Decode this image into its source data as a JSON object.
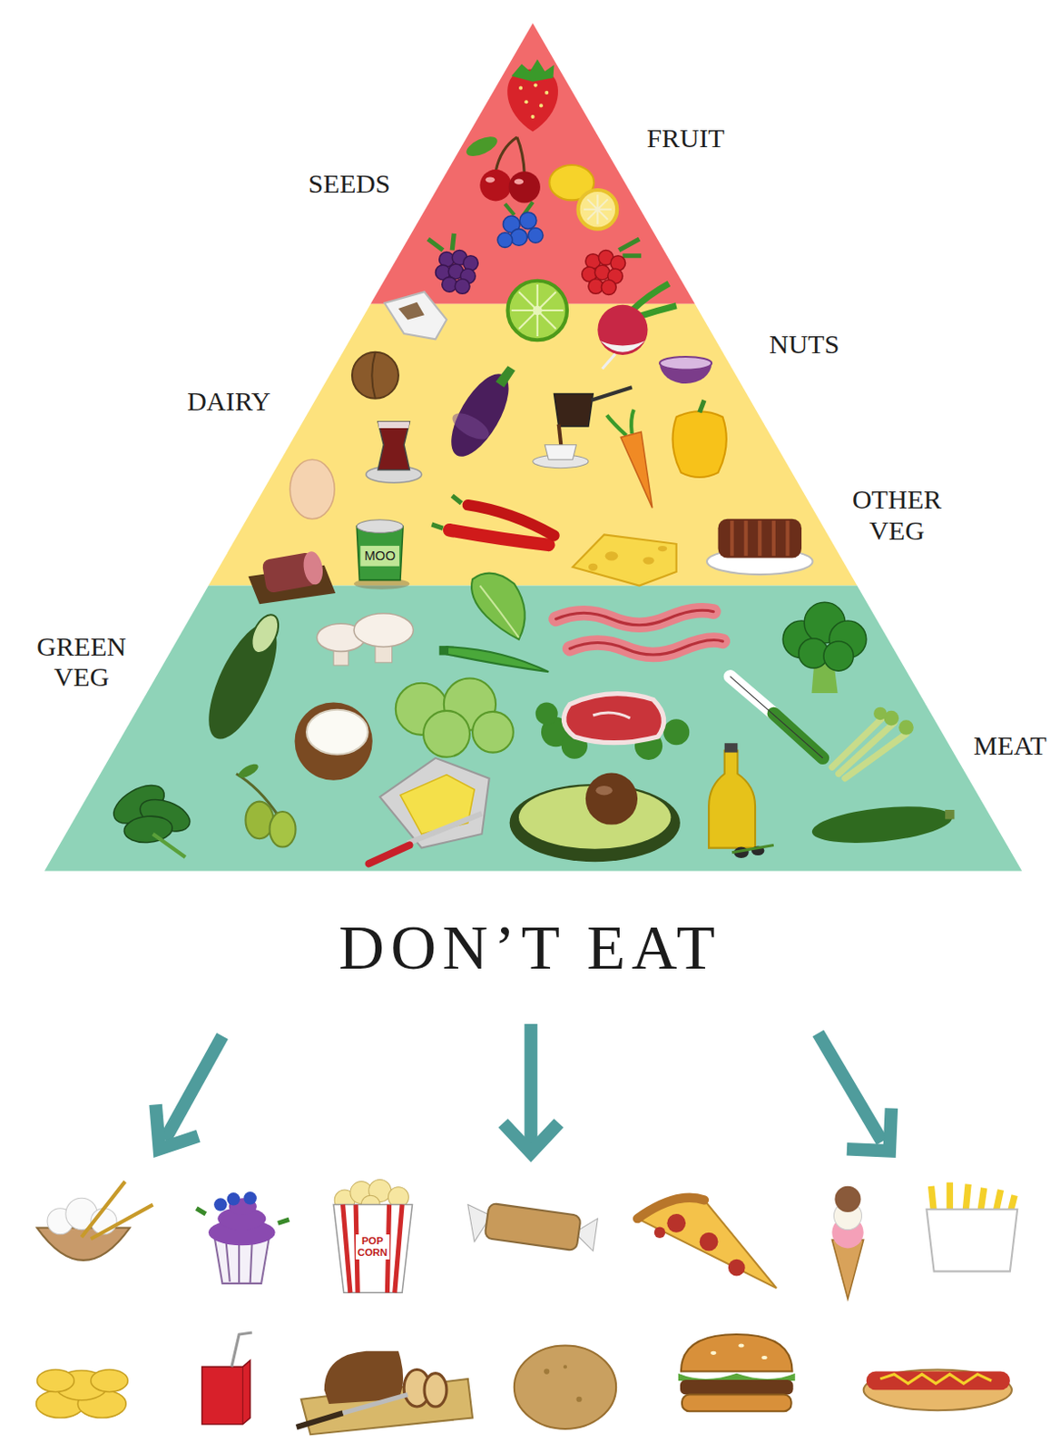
{
  "diagram": {
    "title": "DON’T EAT",
    "labels": [
      "FRUIT",
      "SEEDS",
      "NUTS",
      "DAIRY",
      "OTHER VEG",
      "MOO",
      "GREEN VEG",
      "MEAT",
      "POP CORN"
    ]
  }
}
